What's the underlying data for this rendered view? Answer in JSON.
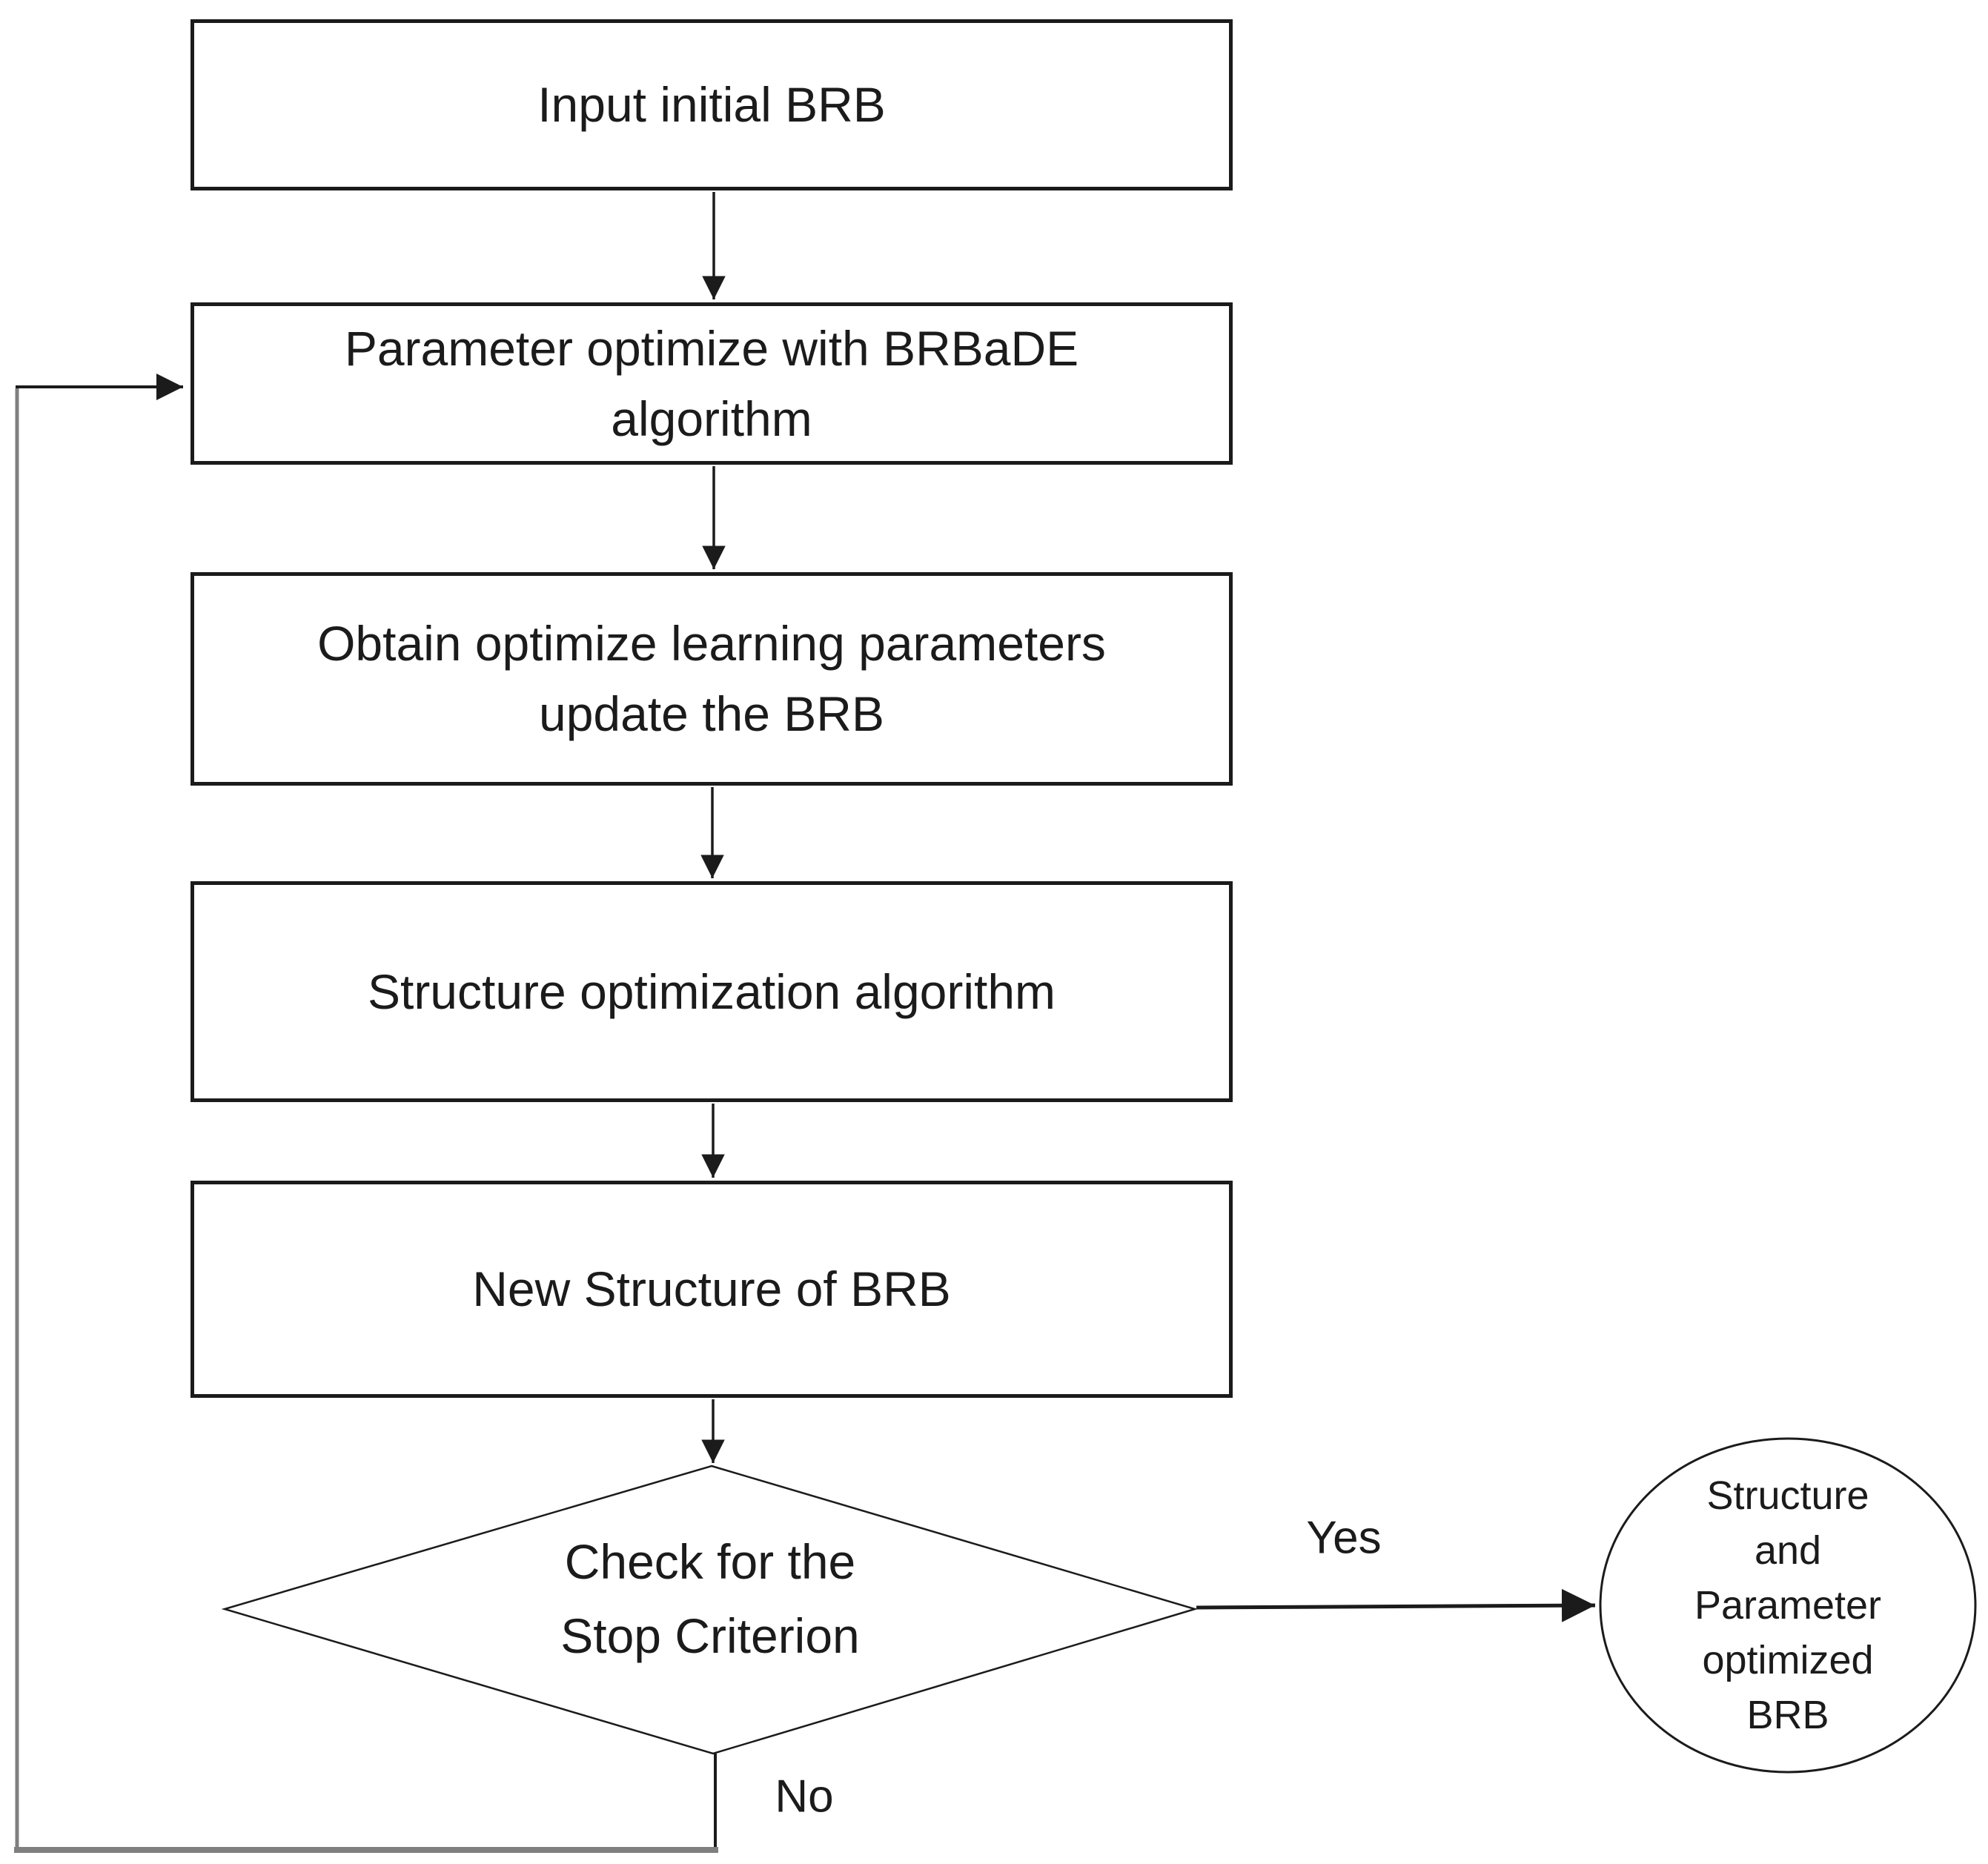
{
  "diagram": {
    "type": "flowchart",
    "colors": {
      "background": "#ffffff",
      "line": "#1b1b1b",
      "loop_line": "#7f7f7f"
    },
    "nodes": {
      "input": {
        "shape": "process",
        "label": "Input initial BRB"
      },
      "param_optimize": {
        "shape": "process",
        "label": "Parameter optimize with BRBaDE\nalgorithm"
      },
      "obtain_update": {
        "shape": "process",
        "label": "Obtain optimize learning parameters\nupdate the BRB"
      },
      "structure_opt": {
        "shape": "process",
        "label": "Structure optimization algorithm"
      },
      "new_structure": {
        "shape": "process",
        "label": "New Structure of BRB"
      },
      "decision": {
        "shape": "decision",
        "label": "Check for the\nStop Criterion"
      },
      "terminal": {
        "shape": "terminal-circle",
        "label": "Structure\nand\nParameter\noptimized\nBRB"
      }
    },
    "edge_labels": {
      "yes": "Yes",
      "no": "No"
    }
  }
}
